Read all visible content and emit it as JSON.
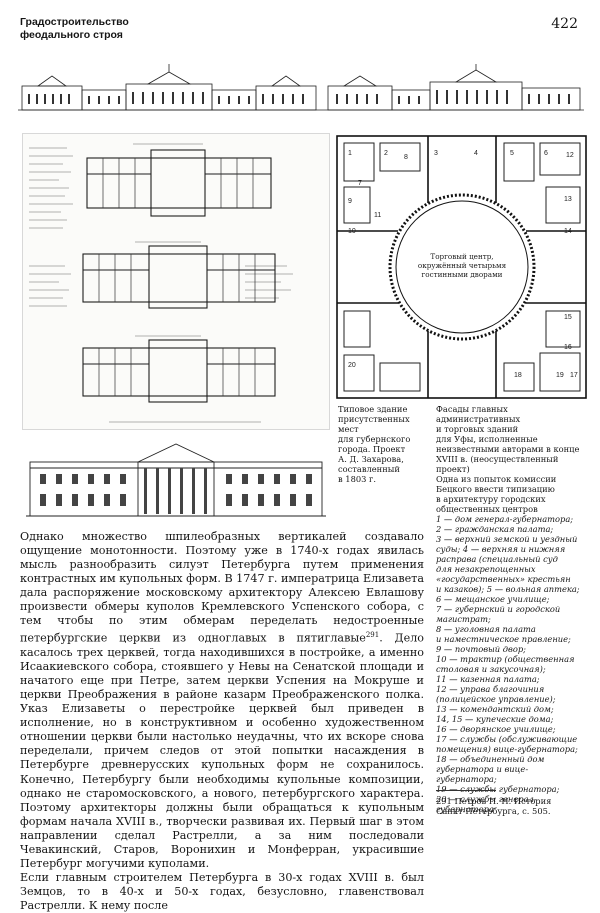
{
  "header": {
    "section_title_line1": "Градостроительство",
    "section_title_line2": "феодального строя",
    "page_number": "422"
  },
  "round_plan": {
    "center_label_1": "Торговый центр,",
    "center_label_2": "окружённый четырьмя",
    "center_label_3": "гостинными дворами",
    "numbers": [
      "1",
      "2",
      "3",
      "4",
      "5",
      "6",
      "7",
      "8",
      "9",
      "10",
      "11",
      "12",
      "13",
      "14",
      "15",
      "16",
      "17",
      "18",
      "19",
      "20"
    ]
  },
  "caption_left": [
    "Типовое здание",
    "присутственных мест",
    "для губернского",
    "города. Проект",
    "А. Д. Захарова,",
    "составленный",
    "в 1803 г."
  ],
  "caption_right_intro": [
    "Фасады главных",
    "административных",
    "и торговых зданий",
    "для Уфы, исполненные",
    "неизвестными авторами в конце",
    "XVIII в. (неосуществленный",
    "проект)",
    "Одна из попыток комиссии",
    "Бецкого ввести типизацию",
    "в архитектуру городских",
    "общественных центров"
  ],
  "caption_right_items": [
    "1 — дом генерал-губернатора;",
    "2 — гражданская палата;",
    "3 — верхний земской и уездный",
    "суды; 4 — верхняя и нижняя",
    "расправа (специальный суд",
    "для незакрепощенных",
    "«государственных» крестьян",
    "и казаков); 5 — вольная аптека;",
    "6 — мещанское училище;",
    "7 — губернский и городской",
    "магистрат;",
    "8 — уголовная палата",
    "и наместническое правление;",
    "9 — почтовый двор;",
    "10 — трактир (общественная",
    "столовая и закусочная);",
    "11 — казенная палата;",
    "12 — управа благочиния",
    "(полицейское управление);",
    "13 — комендантский дом;",
    "14, 15 — купеческие дома;",
    "16 — дворянское училище;",
    "17 — службы (обслуживающие",
    "помещения) вице-губернатора;",
    "18 — объединенный дом",
    "губернатора и вице-губернатора;",
    "19 — службы губернатора;",
    "20 — службы генерал-губернатора"
  ],
  "body_text": {
    "p1": "Однако множество шпилеобразных вертикалей создавало ощущение монотонности. Поэтому уже в 1740-х годах явилась мысль разнообразить силуэт Петербурга путем применения контрастных им купольных форм. В 1747 г. императрица Елизавета дала распоряжение московскому архитектору Алексею Евлашову произвести обмеры куполов Кремлевского Успенского собора, с тем чтобы по этим обмерам переделать недостроенные петербургские церкви из одноглавых в пятиглавые",
    "footnote_mark": "291",
    "p2": ". Дело касалось трех церквей, тогда находившихся в постройке, а именно Исаакиевского собора, стоявшего у Невы на Сенатской площади и начатого еще при Петре, затем церкви Успения на Мокруше и церкви Преображения в районе казарм Преображенского полка. Указ Елизаветы о перестройке церквей был приведен в исполнение, но в конструктивном и особенно художественном отношении церкви были настолько неудачны, что их вскоре снова переделали, причем следов от этой попытки насаждения в Петербурге древнерусских купольных форм не сохранилось. Конечно, Петербургу были необходимы купольные композиции, однако не старомосковского, а нового, петербургского характера. Поэтому архитекторы должны были обращаться к купольным формам начала XVIII в., творчески развивая их. Первый шаг в этом направлении сделал Растрелли, а за ним последовали Чевакинский, Старов, Воронихин и Монферран, украсившие Петербург могучими куполами.",
    "p3": "Если главным строителем Петербурга в 30-х годах XVIII в. был Земцов, то в 40-х и 50-х годах, безусловно, главенствовал Растрелли. К нему после"
  },
  "footnote": {
    "line1": "291 Петров П. Н. История",
    "line2": "Санкт-Петербурга, с. 505."
  }
}
